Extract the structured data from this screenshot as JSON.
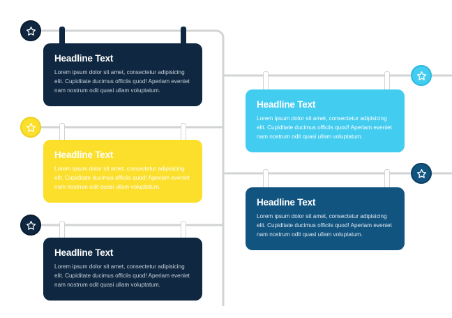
{
  "diagram": {
    "title": "Hanging cards timeline infographic",
    "palette": {
      "navy_dark": "#0f2740",
      "navy_dark_ring": "#0a1c2e",
      "blue_medium": "#125480",
      "blue_medium_ring": "#0d3f63",
      "cyan": "#41ccf0",
      "cyan_ring": "#2bb8dd",
      "yellow": "#fbdf2b",
      "yellow_ring": "#ecd021",
      "line_gray": "#d2d3d4",
      "white": "#ffffff",
      "background": "#ffffff"
    },
    "connector": {
      "spine_color": "#d2d3d4",
      "stroke_width": 3,
      "corner_radius": 10
    }
  },
  "nodes": [
    {
      "id": "node-1",
      "side": "left",
      "headline": "Headline Text",
      "body": "Lorem ipsum dolor sit amet, consectetur adipisicing elit. Cupiditate ducimus officiis quod! Aperiam eveniet nam nostrum odit quasi ullam voluptatum.",
      "card_color": "#0f2740",
      "badge_fill": "#0f2740",
      "badge_ring": "#0a1c2e",
      "badge_star": "#ffffff",
      "pin_color": "#0f2740",
      "headline_color": "#ffffff",
      "body_color": "#c9d3dc",
      "icon": "star-icon"
    },
    {
      "id": "node-2",
      "side": "right",
      "headline": "Headline Text",
      "body": "Lorem ipsum dolor sit amet, consectetur adipisicing elit. Cupiditate ducimus officiis quod! Aperiam eveniet nam nostrum odit quasi ullam voluptatum.",
      "card_color": "#41ccf0",
      "badge_fill": "#41ccf0",
      "badge_ring": "#2bb8dd",
      "badge_star": "#ffffff",
      "pin_color": "#ffffff",
      "headline_color": "#ffffff",
      "body_color": "#ffffff",
      "icon": "star-icon"
    },
    {
      "id": "node-3",
      "side": "left",
      "headline": "Headline Text",
      "body": "Lorem ipsum dolor sit amet, consectetur adipisicing elit. Cupiditate ducimus officiis quod! Aperiam eveniet nam nostrum odit quasi ullam voluptatum.",
      "card_color": "#fbdf2b",
      "badge_fill": "#fbdf2b",
      "badge_ring": "#ecd021",
      "badge_star": "#ffffff",
      "pin_color": "#ffffff",
      "headline_color": "#ffffff",
      "body_color": "#ffffff",
      "icon": "star-icon"
    },
    {
      "id": "node-4",
      "side": "right",
      "headline": "Headline Text",
      "body": "Lorem ipsum dolor sit amet, consectetur adipisicing elit. Cupiditate ducimus officiis quod! Aperiam eveniet nam nostrum odit quasi ullam voluptatum.",
      "card_color": "#125480",
      "badge_fill": "#125480",
      "badge_ring": "#0d3f63",
      "badge_star": "#ffffff",
      "pin_color": "#ffffff",
      "headline_color": "#ffffff",
      "body_color": "#dfe8ef",
      "icon": "star-icon"
    },
    {
      "id": "node-5",
      "side": "left",
      "headline": "Headline Text",
      "body": "Lorem ipsum dolor sit amet, consectetur adipisicing elit. Cupiditate ducimus officiis quod! Aperiam eveniet nam nostrum odit quasi ullam voluptatum.",
      "card_color": "#0f2740",
      "badge_fill": "#0f2740",
      "badge_ring": "#0a1c2e",
      "badge_star": "#ffffff",
      "pin_color": "#ffffff",
      "headline_color": "#ffffff",
      "body_color": "#c9d3dc",
      "icon": "star-icon"
    }
  ]
}
